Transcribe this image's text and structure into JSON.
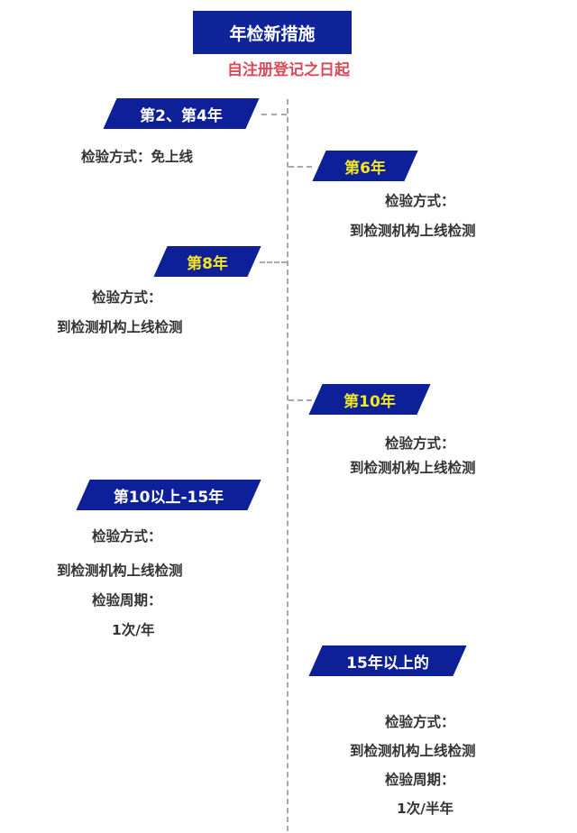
{
  "title": "年检新措施",
  "subtitle": "自注册登记之日起",
  "colors": {
    "badge": "#0e2098",
    "badge_text_highlight": "#f4e81e",
    "badge_text": "#ffffff",
    "subtitle": "#d94a5a"
  },
  "stages": [
    {
      "label": "第2、第4年",
      "lines": [
        "检验方式：免上线"
      ]
    },
    {
      "label": "第6年",
      "lines": [
        "检验方式：",
        "到检测机构上线检测"
      ]
    },
    {
      "label": "第8年",
      "lines": [
        "检验方式：",
        "到检测机构上线检测"
      ]
    },
    {
      "label": "第10年",
      "lines": [
        "检验方式：",
        "到检测机构上线检测"
      ]
    },
    {
      "label": "第10以上-15年",
      "lines": [
        "检验方式：",
        "到检测机构上线检测",
        "检验周期：",
        "1次/年"
      ]
    },
    {
      "label": "15年以上的",
      "lines": [
        "检验方式：",
        "到检测机构上线检测",
        "检验周期：",
        "1次/半年"
      ]
    }
  ]
}
